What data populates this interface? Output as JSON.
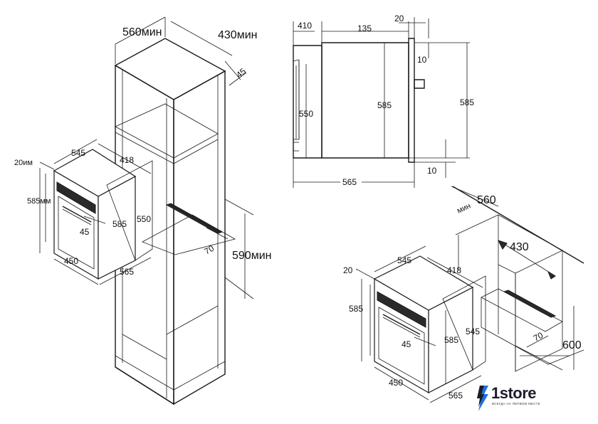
{
  "left_view": {
    "cabinet_width": "560мин",
    "cabinet_depth": "430мин",
    "cabinet_gap": "45",
    "niche_height": "590мин",
    "niche_vent": "70",
    "oven_width": "545",
    "oven_depth": "418",
    "oven_front_gap": "20им",
    "oven_front_height": "585мм",
    "oven_handle_depth": "45",
    "oven_height": "585",
    "oven_body_height": "550",
    "oven_bottom_width": "450",
    "oven_bottom_depth": "565"
  },
  "side_view": {
    "front_width": "410",
    "body_depth": "135",
    "top_gap": "20",
    "top_offset": "10",
    "inner_height": "550",
    "body_height": "585",
    "total_height": "585",
    "bottom_offset": "10",
    "total_depth": "565"
  },
  "right_view": {
    "cabinet_width": "560",
    "cabinet_width_unit": "мин",
    "cabinet_depth": "430",
    "niche_vent": "70",
    "niche_height": "600",
    "oven_front_gap": "20",
    "oven_width": "545",
    "oven_depth": "418",
    "oven_front_height": "585",
    "oven_handle_depth": "45",
    "oven_height": "585",
    "oven_body_height": "545",
    "oven_bottom_width": "450",
    "oven_bottom_depth": "565"
  },
  "brand": {
    "name": "1store",
    "tagline": "ВСЕГДА НА ПЕРВОМ МЕСТЕ",
    "bolt_color": "#1e6fe0",
    "bolt_dark": "#1c1c2a",
    "icon": "lightning-bolt-icon"
  }
}
